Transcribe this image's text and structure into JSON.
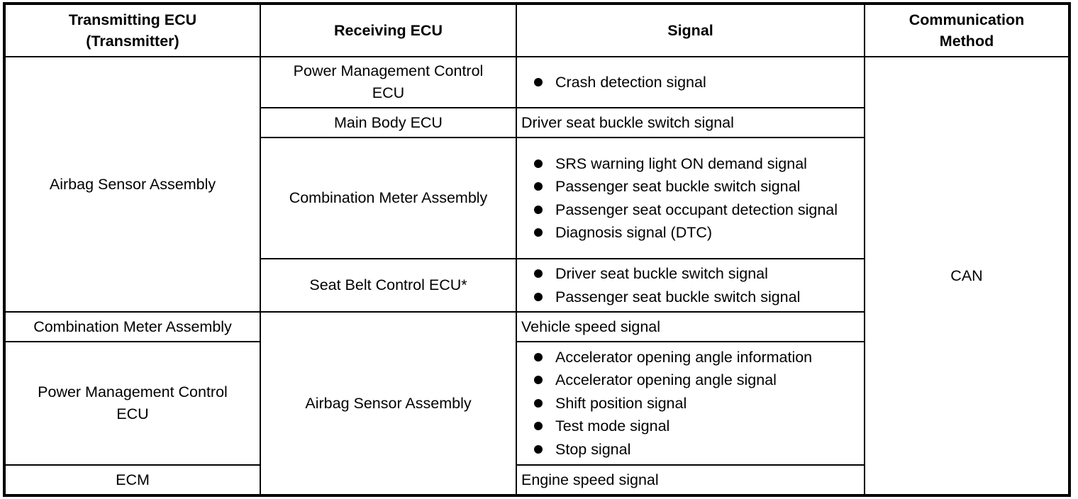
{
  "headers": {
    "transmitting_line1": "Transmitting ECU",
    "transmitting_line2": "(Transmitter)",
    "receiving": "Receiving ECU",
    "signal": "Signal",
    "comm_line1": "Communication",
    "comm_line2": "Method"
  },
  "cells": {
    "tx_airbag": "Airbag Sensor Assembly",
    "rx_pmc_line1": "Power Management Control",
    "rx_pmc_line2": "ECU",
    "sig_crash": [
      "Crash detection signal"
    ],
    "rx_main_body": "Main Body ECU",
    "sig_driver_buckle": "Driver seat buckle switch signal",
    "rx_combination": "Combination Meter Assembly",
    "sig_combination": [
      "SRS warning light ON demand signal",
      "Passenger seat buckle switch signal",
      "Passenger seat occupant detection signal",
      "Diagnosis signal (DTC)"
    ],
    "rx_seat_belt": "Seat Belt Control ECU*",
    "sig_seat_belt": [
      "Driver seat buckle switch signal",
      "Passenger seat buckle switch signal"
    ],
    "method_can": "CAN",
    "tx_combination": "Combination Meter Assembly",
    "rx_airbag": "Airbag Sensor Assembly",
    "sig_vehicle_speed": "Vehicle speed signal",
    "tx_pmc_line1": "Power Management Control",
    "tx_pmc_line2": "ECU",
    "sig_pmc": [
      "Accelerator opening angle information",
      "Accelerator opening angle signal",
      "Shift position signal",
      "Test mode signal",
      "Stop signal"
    ],
    "tx_ecm": "ECM",
    "sig_engine_speed": "Engine speed signal"
  }
}
